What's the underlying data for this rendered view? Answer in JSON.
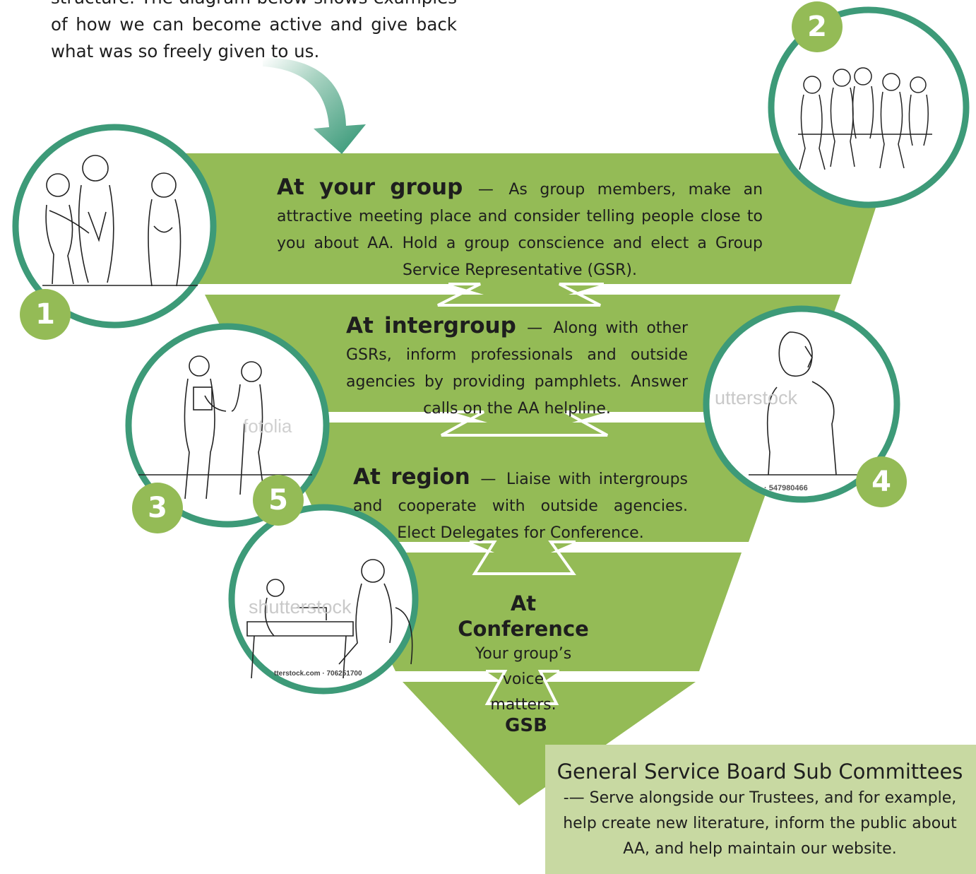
{
  "intro": {
    "text": "structure. The diagram below shows examples of how we can become active and give back what was so freely given to us."
  },
  "tiers": [
    {
      "heading": "At your group",
      "text": "As group members, make an attractive meeting place and consider telling people close to you about AA. Hold a group conscience and elect a Group Service Representative (GSR)."
    },
    {
      "heading": "At intergroup",
      "text": "Along with other GSRs, inform professionals and outside agencies by providing pamphlets. Answer calls on the AA helpline."
    },
    {
      "heading": "At region",
      "text": "Liaise with intergroups and cooperate with outside agencies. Elect Delegates for Conference."
    },
    {
      "heading": "At Conference",
      "text": "Your group’s voice matters."
    }
  ],
  "dash": "—",
  "apex_label": "GSB",
  "board": {
    "title": "General Service Board Sub Committees",
    "text": "-— Serve alongside our Trustees, and for example, help create new literature, inform the public about AA, and help maintain our website."
  },
  "badges": [
    "1",
    "2",
    "3",
    "4",
    "5"
  ],
  "watermarks": {
    "w3": "fotolia",
    "w4": "utterstock",
    "w5": "shutterstock",
    "id4": "· 547980466",
    "id5": "tterstock.com · 706251700"
  },
  "colors": {
    "triangle": "#94bb56",
    "circle_ring": "#3d9a78",
    "badge": "#94bb56",
    "board_bg": "#c8d9a2",
    "arrow_dark": "#3d9a78",
    "arrow_light": "#d9ece4"
  },
  "icons": [
    "curved-arrow-icon",
    "people-standing-icon",
    "group-circle-icon",
    "handshake-icon",
    "phone-call-icon",
    "meeting-table-icon"
  ]
}
